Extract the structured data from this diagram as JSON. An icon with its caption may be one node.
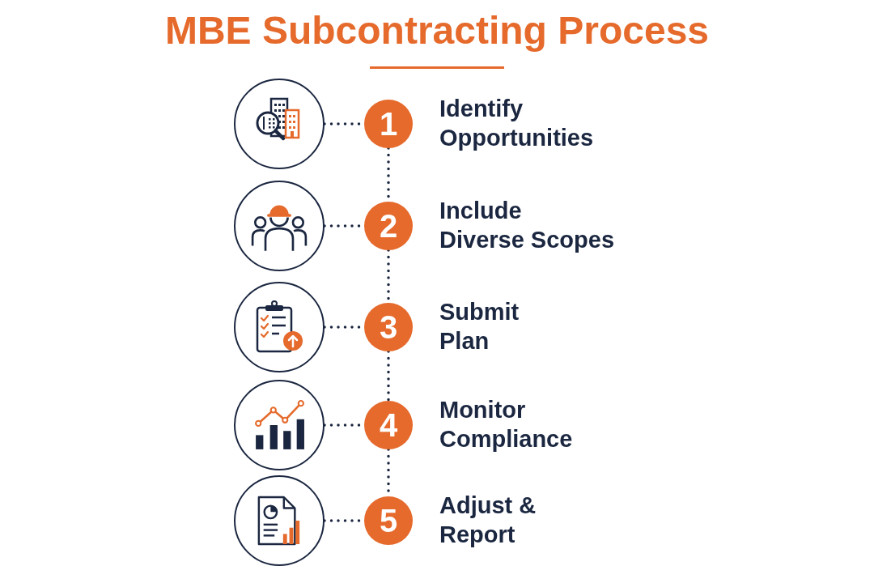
{
  "diagram": {
    "title": "MBE Subcontracting Process",
    "nodes": [
      {
        "text": [],
        "shape": "circle"
      },
      {
        "text": [
          "1"
        ],
        "beside": [
          "Identify Opportunities"
        ]
      },
      {
        "text": [],
        "shape": "circle"
      },
      {
        "text": [
          "2"
        ],
        "beside": [
          "Include Diverse Scopes"
        ]
      },
      {
        "text": [],
        "shape": "circle"
      },
      {
        "text": [
          "3"
        ],
        "beside": [
          "Submit Plan"
        ]
      },
      {
        "text": [],
        "shape": "circle"
      },
      {
        "text": [
          "4"
        ],
        "beside": [
          "Monitor Compliance"
        ]
      },
      {
        "text": [],
        "shape": "circle"
      },
      {
        "text": [
          "5"
        ],
        "beside": [
          "Adjust & Report"
        ]
      }
    ],
    "edges": [
      {
        "from": 0,
        "to": 1,
        "arrow": "none",
        "style": "dashed"
      },
      {
        "from": 1,
        "to": 3,
        "arrow": "none",
        "style": "dashed"
      },
      {
        "from": 2,
        "to": 3,
        "arrow": "none",
        "style": "dashed"
      },
      {
        "from": 3,
        "to": 5,
        "arrow": "none",
        "style": "dashed"
      },
      {
        "from": 4,
        "to": 5,
        "arrow": "none",
        "style": "dashed"
      },
      {
        "from": 5,
        "to": 7,
        "arrow": "none",
        "style": "dashed"
      },
      {
        "from": 6,
        "to": 7,
        "arrow": "none",
        "style": "dashed"
      },
      {
        "from": 7,
        "to": 9,
        "arrow": "none",
        "style": "dashed"
      },
      {
        "from": 8,
        "to": 9,
        "arrow": "none",
        "style": "dashed"
      }
    ]
  }
}
